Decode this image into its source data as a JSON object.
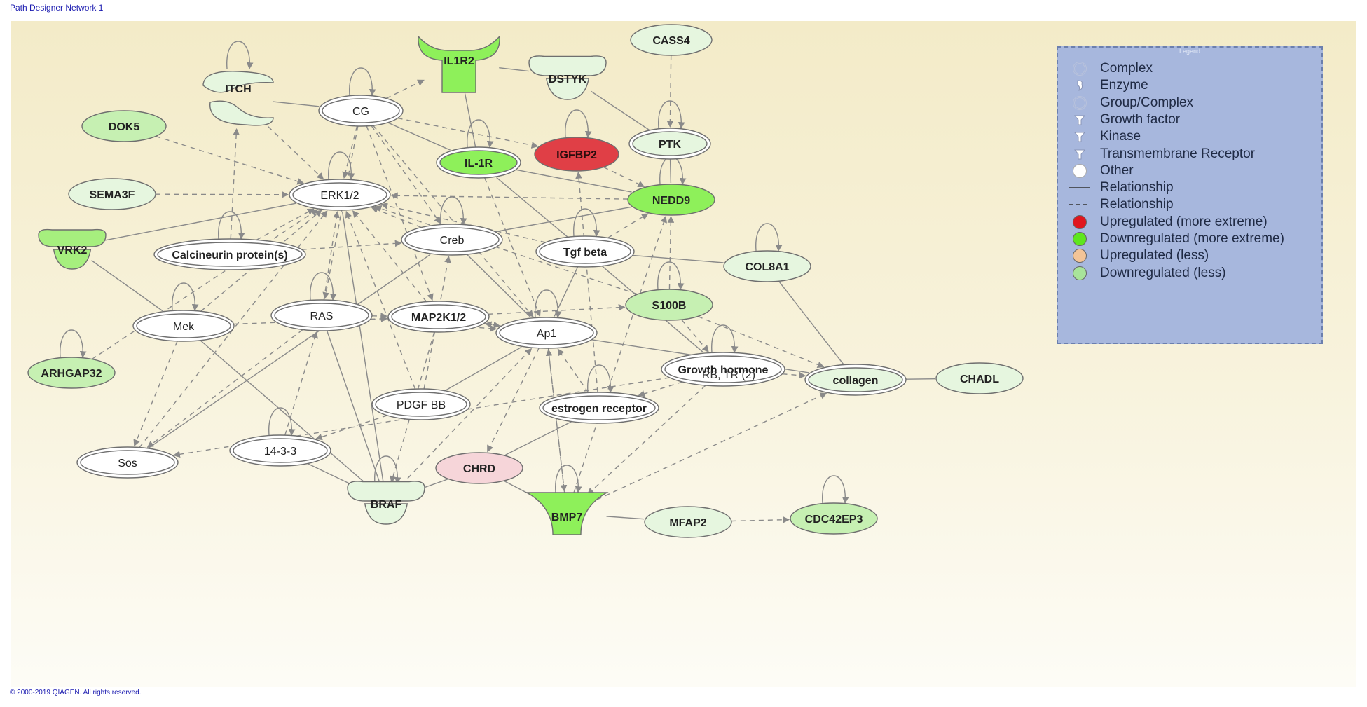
{
  "header": {
    "title": "Path Designer Network 1"
  },
  "footer": {
    "copyright": "© 2000-2019 QIAGEN. All rights reserved."
  },
  "colors": {
    "background_top": "#f3ebc8",
    "background_bottom": "#fdfcf6",
    "node_white": "#ffffff",
    "node_light_green": "#e6f6df",
    "node_green": "#c6f0b2",
    "node_dark_green": "#8ef05a",
    "node_red": "#e03f46",
    "node_pink": "#f6d5d9",
    "edge": "#8a8a8a",
    "legend_bg": "#a7b7dd"
  },
  "network": {
    "nodes": [
      {
        "id": "itch",
        "label": "ITCH",
        "shape": "enzyme",
        "fill": "#e6f6df"
      },
      {
        "id": "cg",
        "label": "CG",
        "shape": "complex",
        "fill": "#ffffff"
      },
      {
        "id": "il1r2",
        "label": "IL1R2",
        "shape": "receptor",
        "fill": "#8ef05a"
      },
      {
        "id": "dstyk",
        "label": "DSTYK",
        "shape": "kinase",
        "fill": "#e6f6df"
      },
      {
        "id": "cass4",
        "label": "CASS4",
        "shape": "other",
        "fill": "#e6f6df"
      },
      {
        "id": "dok5",
        "label": "DOK5",
        "shape": "other",
        "fill": "#c6f0b2"
      },
      {
        "id": "igfbp2",
        "label": "IGFBP2",
        "shape": "other",
        "fill": "#e03f46"
      },
      {
        "id": "il1r",
        "label": "IL-1R",
        "shape": "complex",
        "fill": "#8ef05a"
      },
      {
        "id": "ptk",
        "label": "PTK",
        "shape": "complex",
        "fill": "#e6f6df"
      },
      {
        "id": "sema3f",
        "label": "SEMA3F",
        "shape": "other",
        "fill": "#e6f6df"
      },
      {
        "id": "erk12",
        "label": "ERK1/2",
        "shape": "complex",
        "fill": "#ffffff"
      },
      {
        "id": "nedd9",
        "label": "NEDD9",
        "shape": "other",
        "fill": "#8ef05a"
      },
      {
        "id": "vrk2",
        "label": "VRK2",
        "shape": "kinase",
        "fill": "#a6ef7e"
      },
      {
        "id": "calcineurin",
        "label": "Calcineurin protein(s)",
        "shape": "complex",
        "fill": "#ffffff"
      },
      {
        "id": "creb",
        "label": "Creb",
        "shape": "complex",
        "fill": "#ffffff"
      },
      {
        "id": "tgfbeta",
        "label": "Tgf beta",
        "shape": "complex",
        "fill": "#ffffff"
      },
      {
        "id": "col8a1",
        "label": "COL8A1",
        "shape": "other",
        "fill": "#e6f6df"
      },
      {
        "id": "mek",
        "label": "Mek",
        "shape": "complex",
        "fill": "#ffffff"
      },
      {
        "id": "ras",
        "label": "RAS",
        "shape": "complex",
        "fill": "#ffffff"
      },
      {
        "id": "map2k12",
        "label": "MAP2K1/2",
        "shape": "complex",
        "fill": "#ffffff"
      },
      {
        "id": "ap1",
        "label": "Ap1",
        "shape": "complex",
        "fill": "#ffffff"
      },
      {
        "id": "s100b",
        "label": "S100B",
        "shape": "other",
        "fill": "#c6f0b2"
      },
      {
        "id": "arhgap32",
        "label": "ARHGAP32",
        "shape": "other",
        "fill": "#c6f0b2"
      },
      {
        "id": "growthhormone",
        "label": "Growth hormone",
        "shape": "complex",
        "fill": "#ffffff"
      },
      {
        "id": "collagen",
        "label": "collagen",
        "shape": "complex",
        "fill": "#e6f6df"
      },
      {
        "id": "chadl",
        "label": "CHADL",
        "shape": "other",
        "fill": "#e6f6df"
      },
      {
        "id": "pdgfbb",
        "label": "PDGF BB",
        "shape": "complex",
        "fill": "#ffffff"
      },
      {
        "id": "estrogen",
        "label": "estrogen receptor",
        "shape": "complex",
        "fill": "#ffffff"
      },
      {
        "id": "sos",
        "label": "Sos",
        "shape": "complex",
        "fill": "#ffffff"
      },
      {
        "id": "p1433",
        "label": "14-3-3",
        "shape": "complex",
        "fill": "#ffffff"
      },
      {
        "id": "chrd",
        "label": "CHRD",
        "shape": "other",
        "fill": "#f6d5d9"
      },
      {
        "id": "braf",
        "label": "BRAF",
        "shape": "kinase",
        "fill": "#e6f6df"
      },
      {
        "id": "bmp7",
        "label": "BMP7",
        "shape": "growth",
        "fill": "#8ef05a"
      },
      {
        "id": "mfap2",
        "label": "MFAP2",
        "shape": "other",
        "fill": "#e6f6df"
      },
      {
        "id": "cdc42ep3",
        "label": "CDC42EP3",
        "shape": "other",
        "fill": "#c6f0b2"
      }
    ],
    "edge_label": "RB, TR (2)",
    "edges": [
      [
        "itch",
        "cg",
        "solid"
      ],
      [
        "itch",
        "erk12",
        "dashed"
      ],
      [
        "itch",
        "itch",
        "self"
      ],
      [
        "cg",
        "il1r2",
        "dashed"
      ],
      [
        "cg",
        "erk12",
        "dashed"
      ],
      [
        "cg",
        "igfbp2",
        "dashed"
      ],
      [
        "cg",
        "il1r",
        "solid"
      ],
      [
        "cg",
        "ap1",
        "dashed"
      ],
      [
        "cg",
        "map2k12",
        "dashed"
      ],
      [
        "cg",
        "creb",
        "dashed"
      ],
      [
        "cg",
        "ras",
        "dashed"
      ],
      [
        "cg",
        "cg",
        "self"
      ],
      [
        "il1r2",
        "dstyk",
        "solid"
      ],
      [
        "il1r",
        "il1r2",
        "solid"
      ],
      [
        "il1r",
        "nedd9",
        "solid"
      ],
      [
        "il1r",
        "ap1",
        "dashed"
      ],
      [
        "il1r",
        "il1r",
        "self"
      ],
      [
        "ptk",
        "dstyk",
        "solid"
      ],
      [
        "cass4",
        "ptk",
        "dashed"
      ],
      [
        "ptk",
        "nedd9",
        "solid"
      ],
      [
        "ptk",
        "ptk",
        "self"
      ],
      [
        "dok5",
        "erk12",
        "dashed"
      ],
      [
        "sema3f",
        "erk12",
        "dashed"
      ],
      [
        "igfbp2",
        "nedd9",
        "dashed"
      ],
      [
        "igfbp2",
        "igfbp2",
        "self"
      ],
      [
        "nedd9",
        "erk12",
        "dashed"
      ],
      [
        "nedd9",
        "nedd9",
        "self"
      ],
      [
        "vrk2",
        "erk12",
        "solid"
      ],
      [
        "vrk2",
        "mek",
        "solid"
      ],
      [
        "calcineurin",
        "erk12",
        "dashed"
      ],
      [
        "calcineurin",
        "itch",
        "dashed"
      ],
      [
        "calcineurin",
        "creb",
        "dashed"
      ],
      [
        "calcineurin",
        "calcineurin",
        "self"
      ],
      [
        "creb",
        "erk12",
        "dashed"
      ],
      [
        "creb",
        "nedd9",
        "solid"
      ],
      [
        "creb",
        "creb",
        "self"
      ],
      [
        "creb",
        "ap1",
        "solid"
      ],
      [
        "tgfbeta",
        "col8a1",
        "solid"
      ],
      [
        "tgfbeta",
        "il1r",
        "solid"
      ],
      [
        "tgfbeta",
        "nedd9",
        "dashed"
      ],
      [
        "tgfbeta",
        "erk12",
        "dashed"
      ],
      [
        "tgfbeta",
        "tgfbeta",
        "self"
      ],
      [
        "tgfbeta",
        "growthhormone",
        "solid"
      ],
      [
        "tgfbeta",
        "ap1",
        "solid"
      ],
      [
        "mek",
        "erk12",
        "dashed"
      ],
      [
        "mek",
        "sos",
        "dashed"
      ],
      [
        "mek",
        "mek",
        "self"
      ],
      [
        "mek",
        "map2k12",
        "dashed"
      ],
      [
        "mek",
        "braf",
        "solid"
      ],
      [
        "ras",
        "erk12",
        "dashed"
      ],
      [
        "ras",
        "ap1",
        "dashed"
      ],
      [
        "ras",
        "braf",
        "solid"
      ],
      [
        "ras",
        "sos",
        "dashed"
      ],
      [
        "ras",
        "map2k12",
        "dashed"
      ],
      [
        "ras",
        "ras",
        "self"
      ],
      [
        "map2k12",
        "erk12",
        "dashed"
      ],
      [
        "map2k12",
        "ap1",
        "dashed"
      ],
      [
        "map2k12",
        "braf",
        "dashed"
      ],
      [
        "map2k12",
        "s100b",
        "dashed"
      ],
      [
        "ap1",
        "collagen",
        "solid"
      ],
      [
        "ap1",
        "ap1",
        "self"
      ],
      [
        "ap1",
        "chrd",
        "dashed"
      ],
      [
        "ap1",
        "bmp7",
        "dashed"
      ],
      [
        "ap1",
        "map2k12",
        "dashed"
      ],
      [
        "s100b",
        "erk12",
        "dashed"
      ],
      [
        "s100b",
        "collagen",
        "dashed"
      ],
      [
        "s100b",
        "growthhormone",
        "dashed"
      ],
      [
        "s100b",
        "nedd9",
        "dashed"
      ],
      [
        "s100b",
        "s100b",
        "self"
      ],
      [
        "arhgap32",
        "erk12",
        "dashed"
      ],
      [
        "arhgap32",
        "arhgap32",
        "self"
      ],
      [
        "growthhormone",
        "collagen",
        "dashed"
      ],
      [
        "growthhormone",
        "growthhormone",
        "self"
      ],
      [
        "growthhormone",
        "estrogen",
        "dashed"
      ],
      [
        "growthhormone",
        "bmp7",
        "dashed"
      ],
      [
        "collagen",
        "chadl",
        "solid"
      ],
      [
        "collagen",
        "col8a1",
        "solid"
      ],
      [
        "pdgfbb",
        "erk12",
        "dashed"
      ],
      [
        "pdgfbb",
        "ap1",
        "solid"
      ],
      [
        "pdgfbb",
        "p1433",
        "dashed"
      ],
      [
        "pdgfbb",
        "creb",
        "dashed"
      ],
      [
        "estrogen",
        "ap1",
        "dashed"
      ],
      [
        "estrogen",
        "chrd",
        "solid"
      ],
      [
        "estrogen",
        "estrogen",
        "self"
      ],
      [
        "estrogen",
        "igfbp2",
        "dashed"
      ],
      [
        "sos",
        "erk12",
        "dashed"
      ],
      [
        "sos",
        "creb",
        "solid"
      ],
      [
        "p1433",
        "ras",
        "dashed"
      ],
      [
        "p1433",
        "p1433",
        "self"
      ],
      [
        "p1433",
        "braf",
        "solid"
      ],
      [
        "chrd",
        "braf",
        "solid"
      ],
      [
        "chrd",
        "bmp7",
        "solid"
      ],
      [
        "braf",
        "erk12",
        "solid"
      ],
      [
        "braf",
        "ap1",
        "dashed"
      ],
      [
        "braf",
        "braf",
        "self"
      ],
      [
        "bmp7",
        "ap1",
        "dashed"
      ],
      [
        "bmp7",
        "mfap2",
        "solid"
      ],
      [
        "bmp7",
        "collagen",
        "dashed"
      ],
      [
        "bmp7",
        "bmp7",
        "self"
      ],
      [
        "bmp7",
        "nedd9",
        "dashed"
      ],
      [
        "mfap2",
        "cdc42ep3",
        "dashed"
      ],
      [
        "cdc42ep3",
        "cdc42ep3",
        "self"
      ],
      [
        "col8a1",
        "col8a1",
        "self"
      ],
      [
        "erk12",
        "erk12",
        "self"
      ],
      [
        "growthhormone",
        "sos",
        "dashed"
      ]
    ]
  },
  "legend": {
    "title": "Legend",
    "items": [
      {
        "label": "Complex",
        "symbol": "complex-icon"
      },
      {
        "label": "Enzyme",
        "symbol": "enzyme-icon"
      },
      {
        "label": "Group/Complex",
        "symbol": "group-complex-icon"
      },
      {
        "label": "Growth factor",
        "symbol": "growth-factor-icon"
      },
      {
        "label": "Kinase",
        "symbol": "kinase-icon"
      },
      {
        "label": "Transmembrane Receptor",
        "symbol": "transmembrane-receptor-icon"
      },
      {
        "label": "Other",
        "symbol": "other-icon"
      },
      {
        "label": "Relationship",
        "symbol": "solid-line-icon"
      },
      {
        "label": "Relationship",
        "symbol": "dashed-line-icon"
      },
      {
        "label": "Upregulated (more extreme)",
        "symbol": "red-circle-icon",
        "color": "#e0161e"
      },
      {
        "label": "Downregulated (more extreme)",
        "symbol": "green-circle-icon",
        "color": "#5ee61e"
      },
      {
        "label": "Upregulated (less)",
        "symbol": "peach-circle-icon",
        "color": "#f3c497"
      },
      {
        "label": "Downregulated (less)",
        "symbol": "light-green-circle-icon",
        "color": "#a8e49a"
      }
    ]
  }
}
